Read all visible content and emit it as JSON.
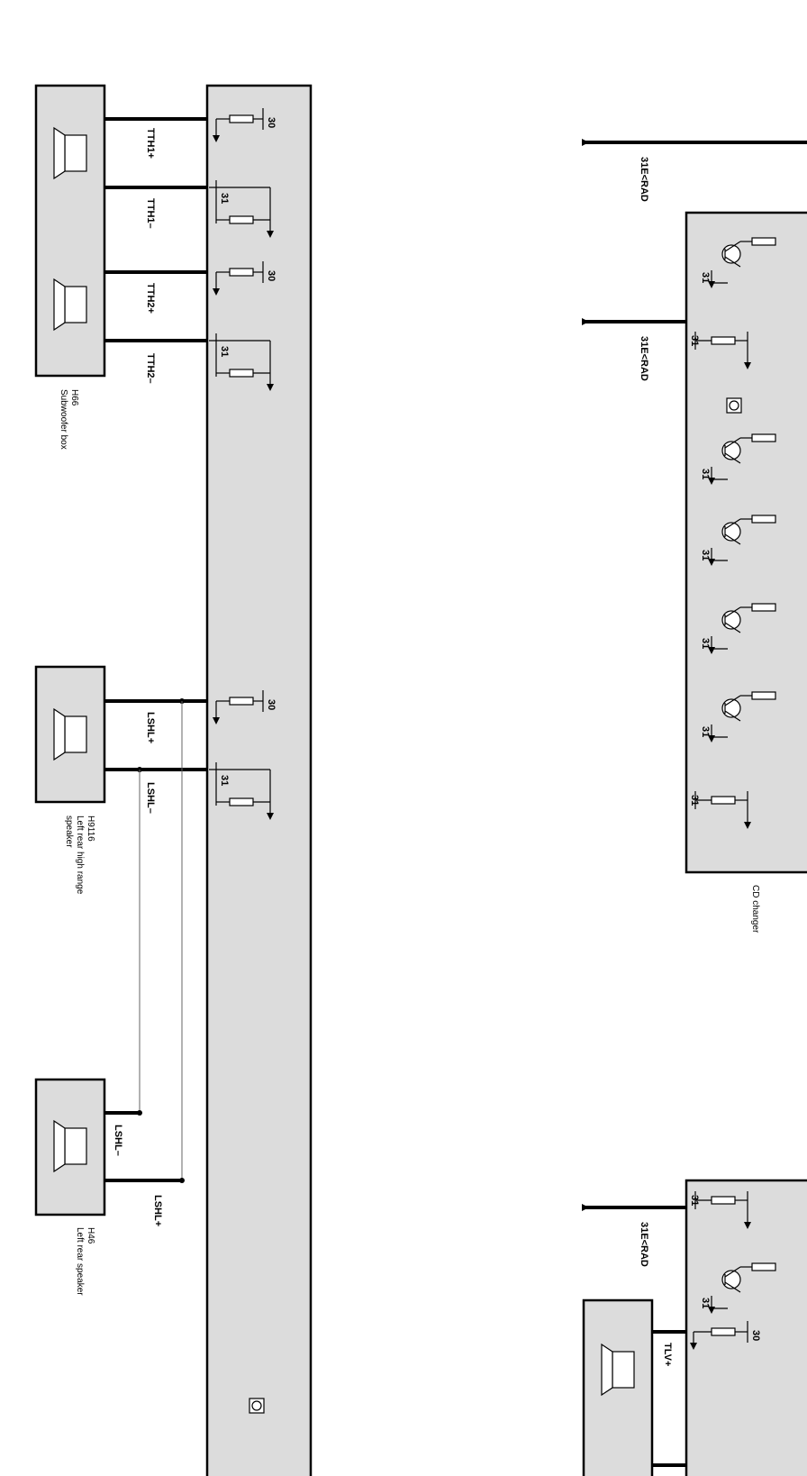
{
  "components": {
    "subwoofer": {
      "code": "H66",
      "name": "Subwoofer box"
    },
    "left_rear_high": {
      "code": "H9116",
      "name_line1": "Left rear high range",
      "name_line2": "speaker"
    },
    "left_rear": {
      "code": "H46",
      "name": "Left rear speaker"
    },
    "cd_changer": {
      "name": "CD changer"
    }
  },
  "wires": {
    "tth1_plus": "TTH1+",
    "tth1_minus": "TTH1–",
    "tth2_plus": "TTH2+",
    "tth2_minus": "TTH2–",
    "lshl_plus_upper": "LSHL+",
    "lshl_minus_upper": "LSHL–",
    "lshl_minus_lower": "LSHL–",
    "lshl_plus_lower": "LSHL+",
    "tlv_plus": "TLV+"
  },
  "ground_refs": {
    "ref1": "31E<RAD",
    "ref2": "31E<RAD",
    "ref3": "31E<RAD"
  },
  "terminals": {
    "t30": "30",
    "t31": "31"
  }
}
